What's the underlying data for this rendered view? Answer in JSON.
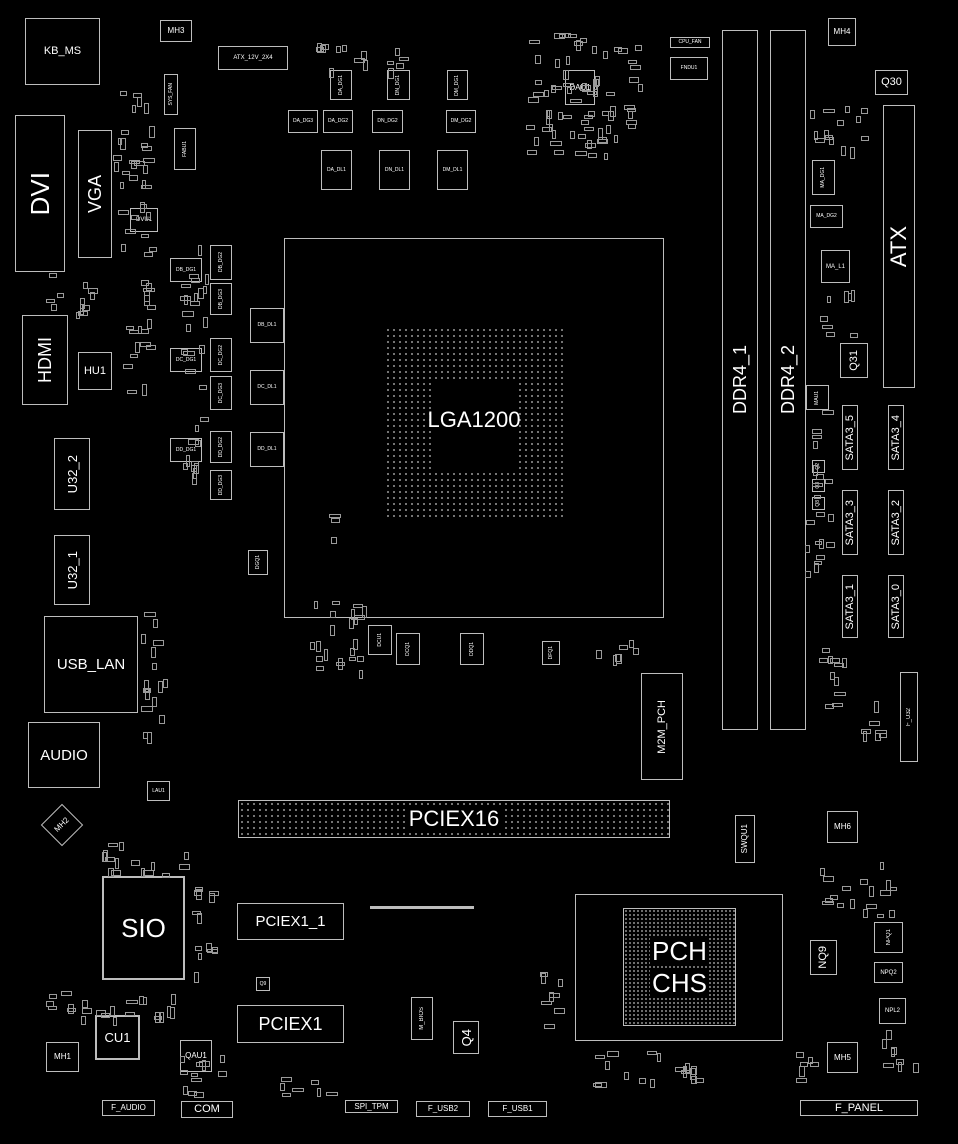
{
  "board": {
    "cpu_socket": "LGA1200",
    "pch_labels": [
      "PCH",
      "CHS"
    ],
    "io": {
      "kb_ms": "KB_MS",
      "dvi": "DVI",
      "vga": "VGA",
      "hdmi": "HDMI",
      "u32_2": "U32_2",
      "u32_1": "U32_1",
      "usb_lan": "USB_LAN",
      "audio": "AUDIO"
    },
    "mounting_holes": {
      "mh1": "MH1",
      "mh2": "MH2",
      "mh3": "MH3",
      "mh4": "MH4",
      "mh5": "MH5",
      "mh6": "MH6"
    },
    "power": {
      "atx_12v": "ATX_12V_2X4",
      "atx": "ATX",
      "sys_fan": "SYS_FAN",
      "cpu_fan": "CPU_FAN",
      "fabu1": "FABU1",
      "fndu1": "FNDU1",
      "dau1": "DAU1",
      "q30": "Q30",
      "q31": "Q31",
      "mau1": "MAU1",
      "dvu1": "DVU1",
      "hu1": "HU1"
    },
    "vrm_top": {
      "da_dg1": "DA_DG1",
      "dn_dg1": "DN_DG1",
      "dm_dg1": "DM_DG1",
      "da_dg3": "DA_DG3",
      "da_dg2": "DA_DG2",
      "dn_dg2": "DN_DG2",
      "dm_dg2": "DM_DG2",
      "da_dl1": "DA_DL1",
      "dn_dl1": "DN_DL1",
      "dm_dl1": "DM_DL1"
    },
    "vrm_left": {
      "db_dg1": "DB_DG1",
      "db_dg2": "DB_DG2",
      "db_dg3": "DB_DG3",
      "dc_dg1": "DC_DG1",
      "dc_dg2": "DC_DG2",
      "dc_dg3": "DC_DG3",
      "dd_dg1": "DD_DG1",
      "dd_dg2": "DD_DG2",
      "dd_dg3": "DD_DG3",
      "db_dl1": "DB_DL1",
      "dc_dl1": "DC_DL1",
      "dd_dl1": "DD_DL1"
    },
    "vrm_misc": {
      "dgq1": "DGQ1",
      "dcu1": "DCU1",
      "dcq1": "DCQ1",
      "ddq1": "DDQ1",
      "dfq1": "DFQ1"
    },
    "memory": {
      "ddr4_1": "DDR4_1",
      "ddr4_2": "DDR4_2",
      "ma_dg1": "MA_DG1",
      "ma_dg2": "MA_DG2",
      "ma_l1": "MA_L1"
    },
    "sata": {
      "s5": "SATA3_5",
      "s4": "SATA3_4",
      "s3": "SATA3_3",
      "s2": "SATA3_2",
      "s1": "SATA3_1",
      "s0": "SATA3_0"
    },
    "small_q": {
      "q2": "Q2",
      "q3": "Q3",
      "q8": "Q8",
      "q9": "Q9",
      "q4": "Q4"
    },
    "slots": {
      "pciex16": "PCIEX16",
      "pciex1_1": "PCIEX1_1",
      "pciex1": "PCIEX1",
      "m2m_pch": "M2M_PCH"
    },
    "chips": {
      "sio": "SIO",
      "cu1": "CU1",
      "qau1": "QAU1",
      "lau1": "LAU1",
      "m_bios": "M_BIOS",
      "swqu1": "SWQU1",
      "nq9": "NQ9",
      "npq1": "NPQ1",
      "npq2": "NPQ2",
      "npl2": "NPL2"
    },
    "headers": {
      "f_audio": "F_AUDIO",
      "com": "COM",
      "spi_tpm": "SPI_TPM",
      "f_usb2": "F_USB2",
      "f_usb1": "F_USB1",
      "f_panel": "F_PANEL",
      "f_u32": "F_U32"
    }
  }
}
